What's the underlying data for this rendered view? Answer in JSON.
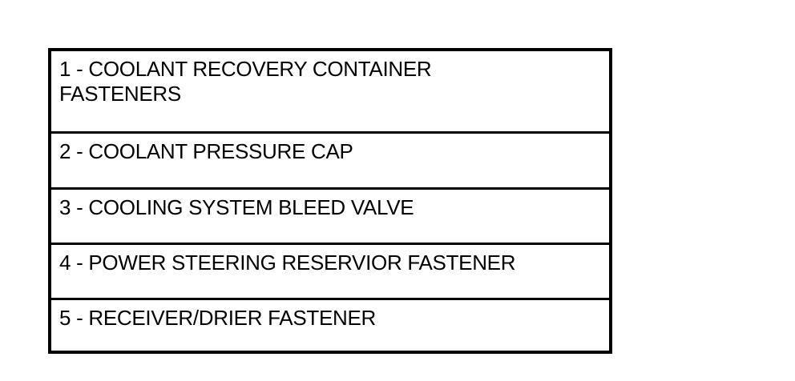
{
  "legend": {
    "items": [
      {
        "label": "1 - COOLANT RECOVERY CONTAINER FASTENERS"
      },
      {
        "label": "2 - COOLANT PRESSURE CAP"
      },
      {
        "label": "3 - COOLING SYSTEM BLEED VALVE"
      },
      {
        "label": "4 - POWER STEERING RESERVIOR FASTENER"
      },
      {
        "label": "5 - RECEIVER/DRIER FASTENER"
      }
    ]
  }
}
